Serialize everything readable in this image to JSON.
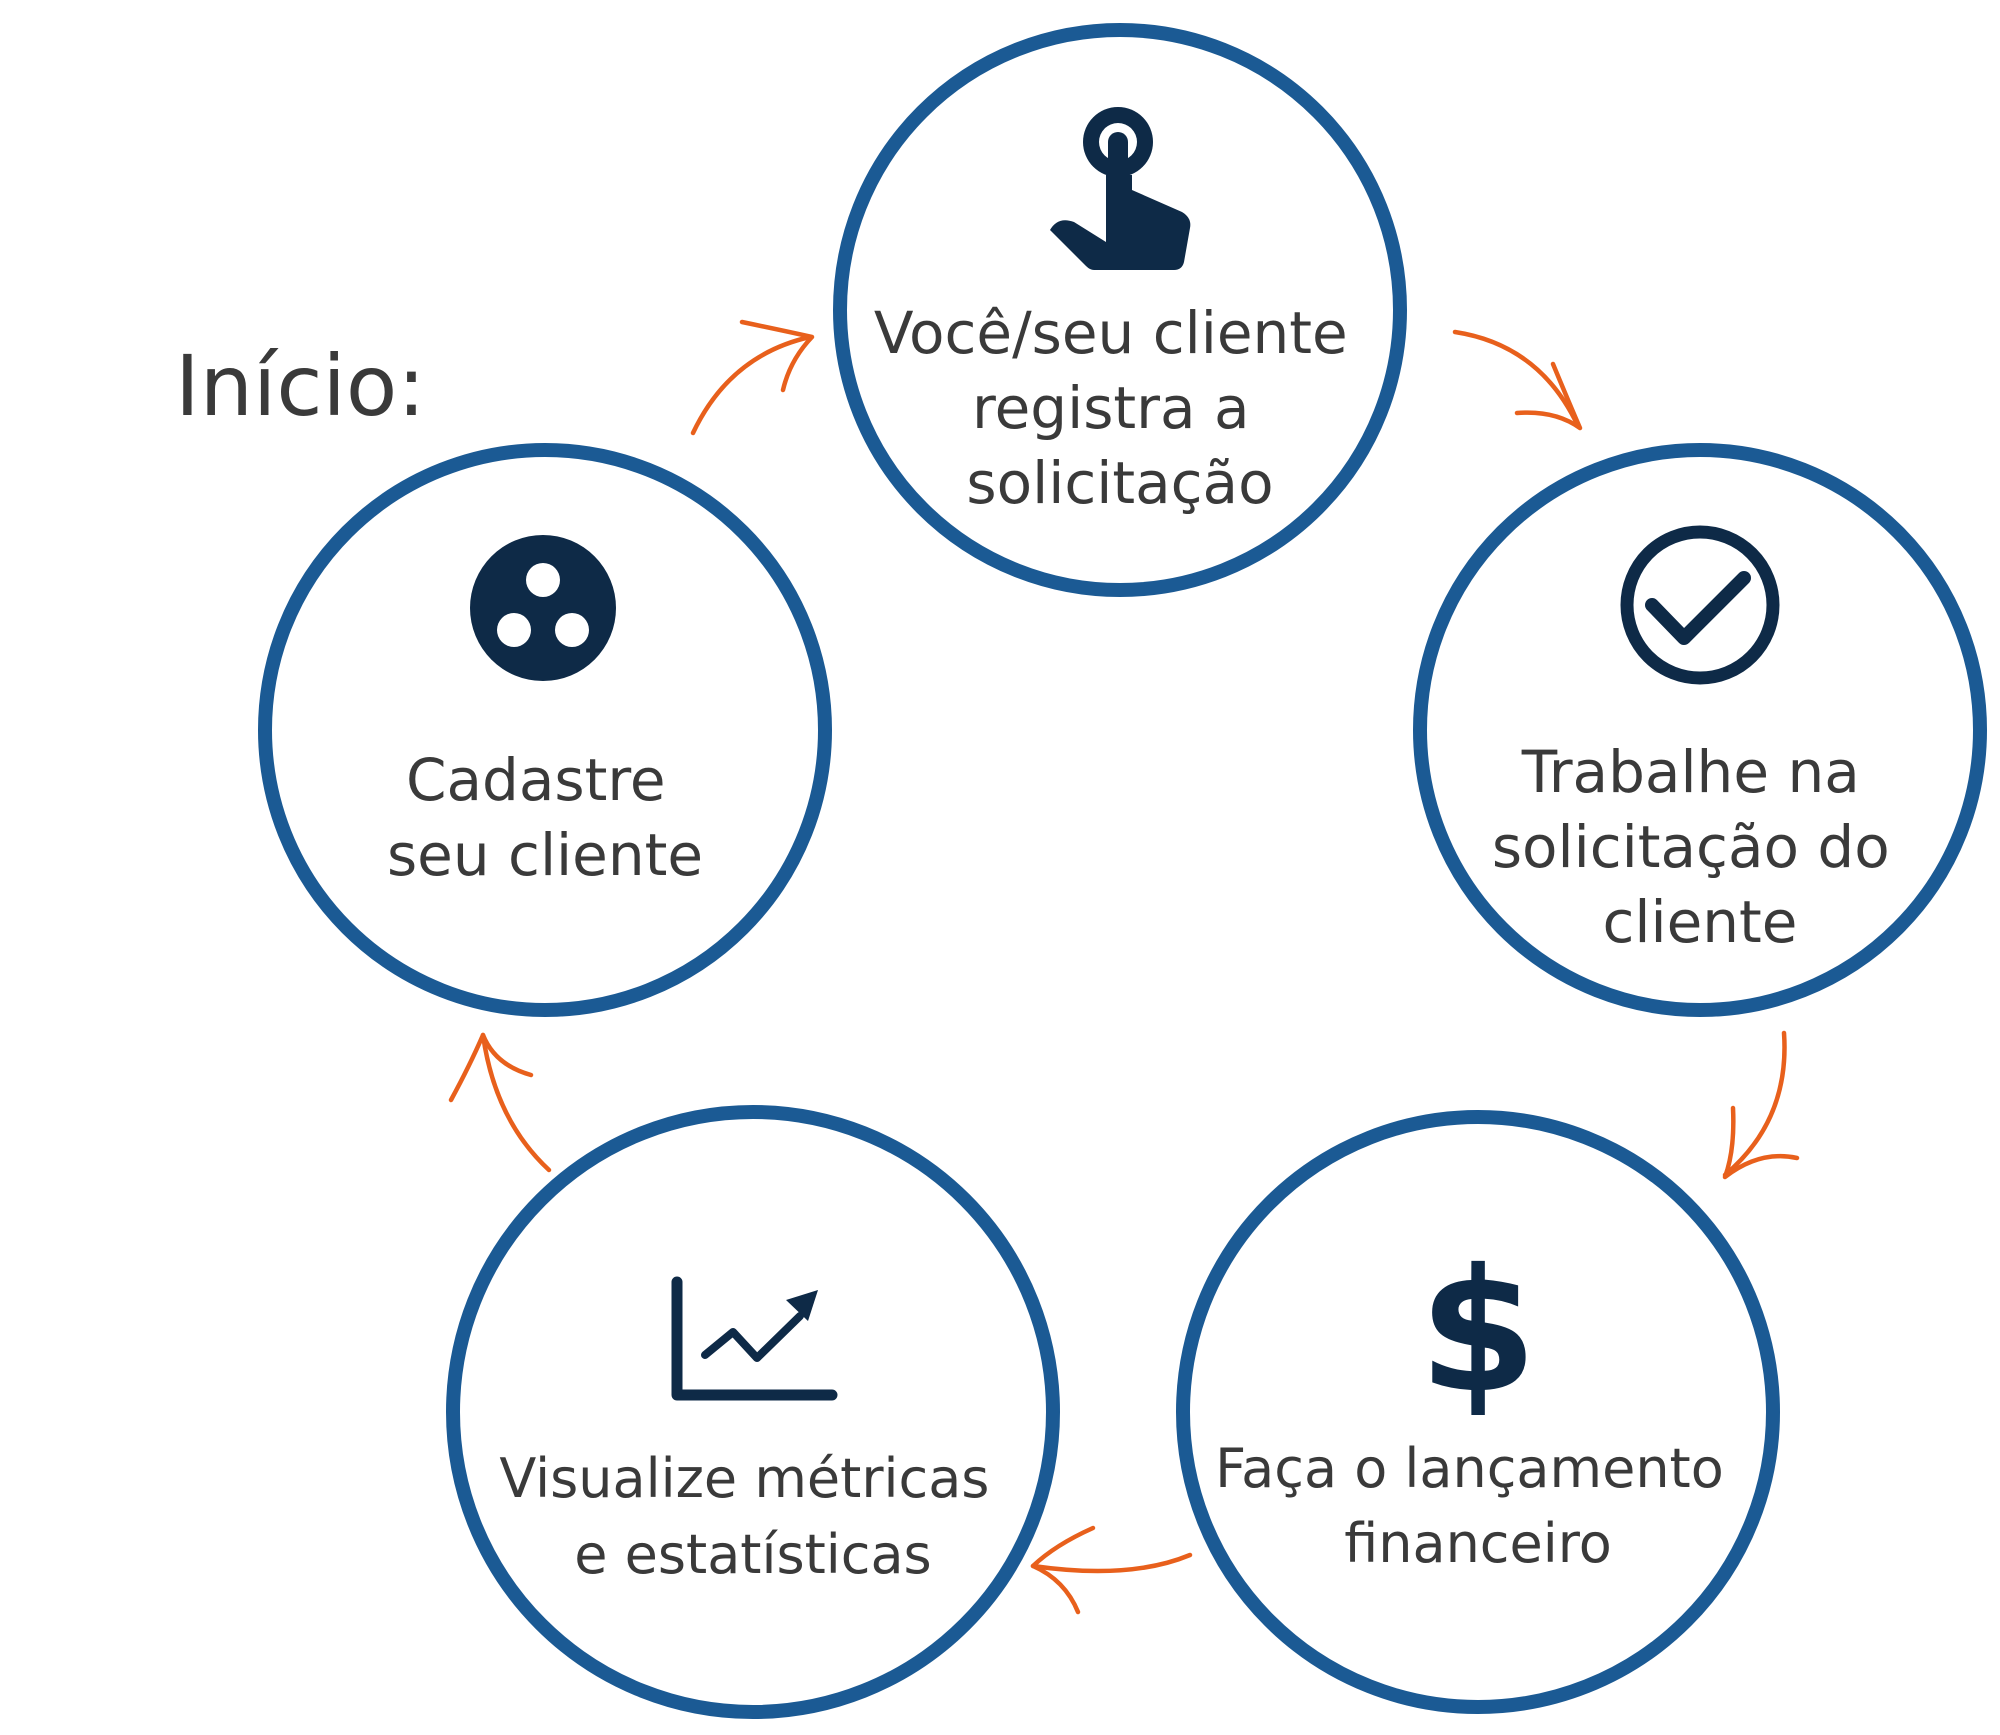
{
  "title": "Início:",
  "steps": [
    {
      "id": "register",
      "icon": "pointer-hand-icon",
      "lines": [
        "Você/seu cliente",
        "registra a",
        "solicitação"
      ]
    },
    {
      "id": "work",
      "icon": "check-circle-icon",
      "lines": [
        "Trabalhe na",
        "solicitação do",
        "cliente"
      ]
    },
    {
      "id": "finance",
      "icon": "dollar-icon",
      "lines": [
        "Faça o lançamento",
        "financeiro"
      ]
    },
    {
      "id": "metrics",
      "icon": "chart-trend-icon",
      "lines": [
        "Visualize métricas",
        "e estatísticas"
      ]
    },
    {
      "id": "signup",
      "icon": "users-circle-icon",
      "lines": [
        "Cadastre",
        "seu cliente"
      ]
    }
  ],
  "colors": {
    "ring": "#1b5a94",
    "arrow": "#e8601c",
    "icon": "#0e2a47",
    "text": "#3a3a3a"
  }
}
